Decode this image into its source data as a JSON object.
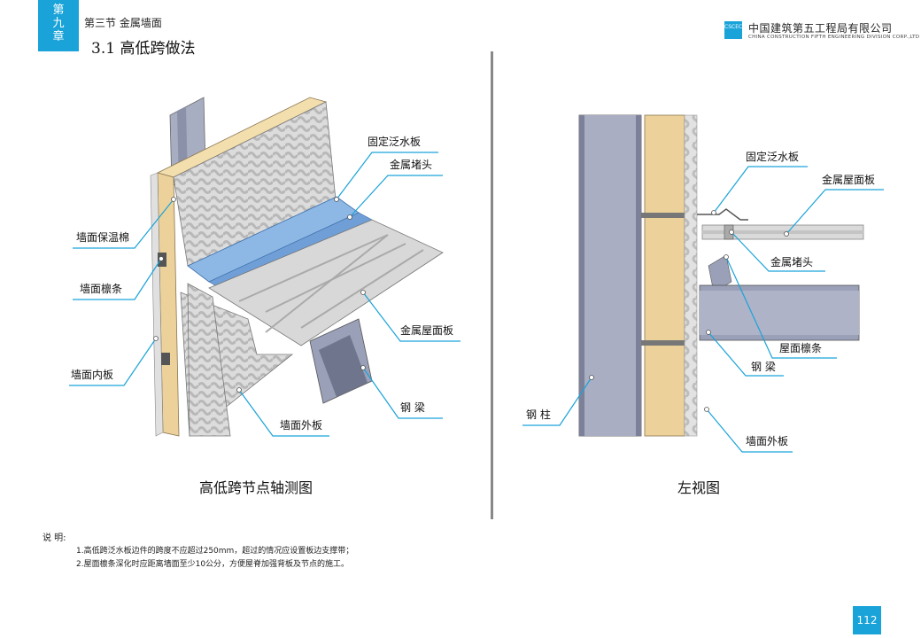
{
  "header": {
    "chapter_chars": [
      "第",
      "九",
      "章"
    ],
    "section": "第三节  金属墙面",
    "title": "3.1  高低跨做法",
    "company_cn": "中国建筑第五工程局有限公司",
    "company_en": "CHINA CONSTRUCTION FIFTH ENGINEERING DIVISION CORP.,LTD",
    "logo_text": "CSCEC"
  },
  "left_figure": {
    "caption": "高低跨节点轴测图",
    "labels": {
      "flashing": "固定泛水板",
      "closure": "金属堵头",
      "insulation": "墙面保温棉",
      "wall_purlin": "墙面檩条",
      "roof_panel": "金属屋面板",
      "inner_panel": "墙面内板",
      "steel_beam": "钢  梁",
      "outer_panel": "墙面外板"
    }
  },
  "right_figure": {
    "caption": "左视图",
    "labels": {
      "flashing": "固定泛水板",
      "roof_panel": "金属屋面板",
      "closure": "金属堵头",
      "roof_purlin": "屋面檩条",
      "steel_beam": "钢  梁",
      "steel_column": "钢  柱",
      "outer_panel": "墙面外板"
    }
  },
  "notes": {
    "title": "说  明:",
    "items": [
      "1.高低跨泛水板边件的跨度不应超过250mm，超过的情况应设置板边支撑带；",
      "2.屋面檩条深化时应距离墙面至少10公分，方便屋脊加强背板及节点的施工。"
    ]
  },
  "page_number": "112",
  "colors": {
    "accent": "#1aa3d9",
    "insulation": "#ecd29a",
    "steel": "#9aa0b8",
    "flashing": "#7aaedc"
  }
}
